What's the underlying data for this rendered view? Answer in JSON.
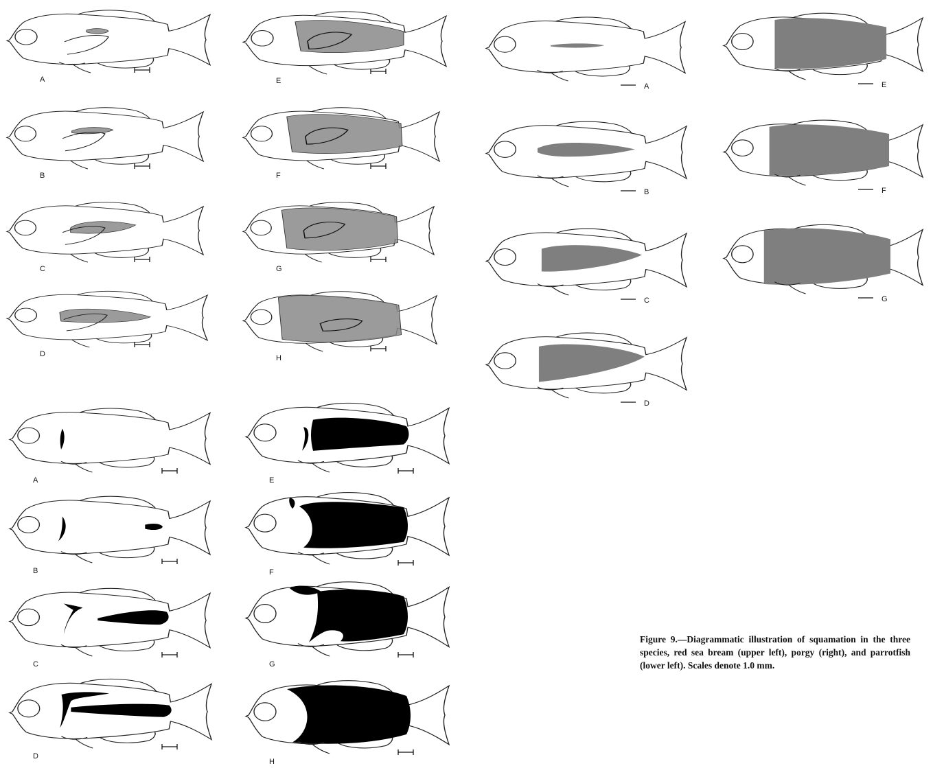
{
  "figure": {
    "caption": "Figure 9.—Diagrammatic illustration of squamation in the three species, red sea bream (upper left), porgy (right), and parrotfish (lower left). Scales denote 1.0 mm."
  },
  "colors": {
    "outline": "#222222",
    "red_sea_bream_fill": "#8a8a8a",
    "porgy_fill": "#7f7f7f",
    "parrotfish_fill": "#000000"
  },
  "panels": {
    "red_sea_bream": [
      "A",
      "B",
      "C",
      "D",
      "E",
      "F",
      "G",
      "H"
    ],
    "porgy": [
      "A",
      "B",
      "C",
      "D",
      "E",
      "F",
      "G"
    ],
    "parrotfish": [
      "A",
      "B",
      "C",
      "D",
      "E",
      "F",
      "G",
      "H"
    ]
  }
}
